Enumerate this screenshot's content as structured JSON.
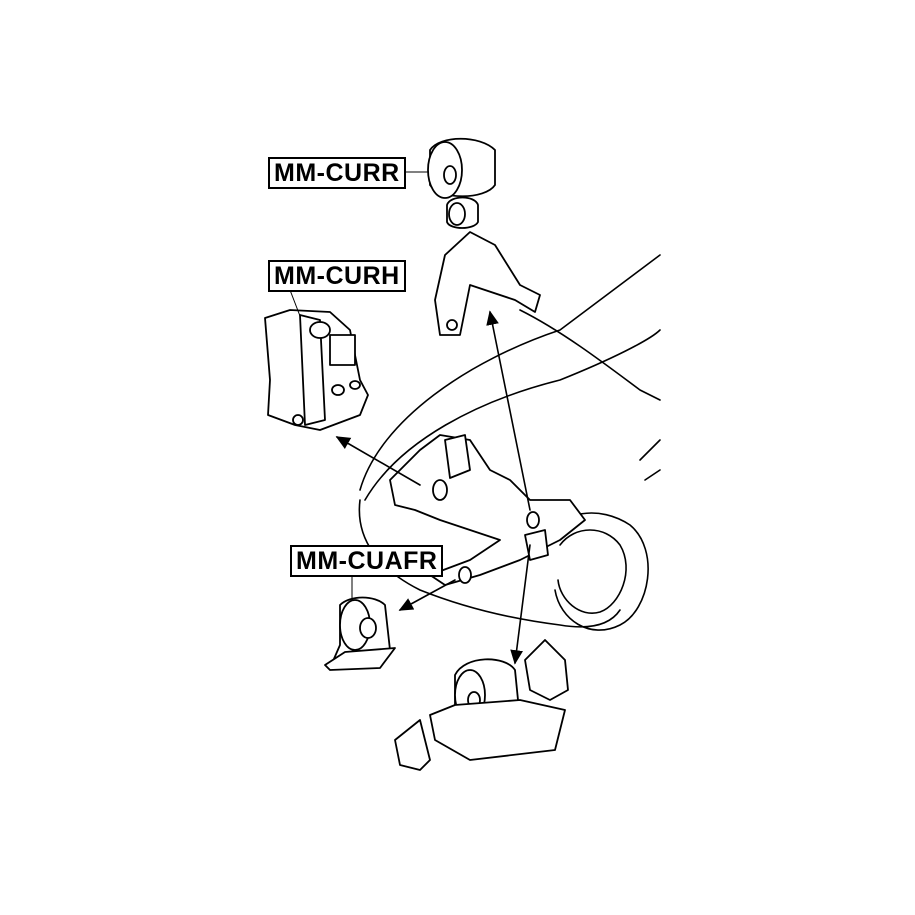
{
  "labels": {
    "curr": "MM-CURR",
    "curh": "MM-CURH",
    "cuafr": "MM-CUAFR"
  }
}
